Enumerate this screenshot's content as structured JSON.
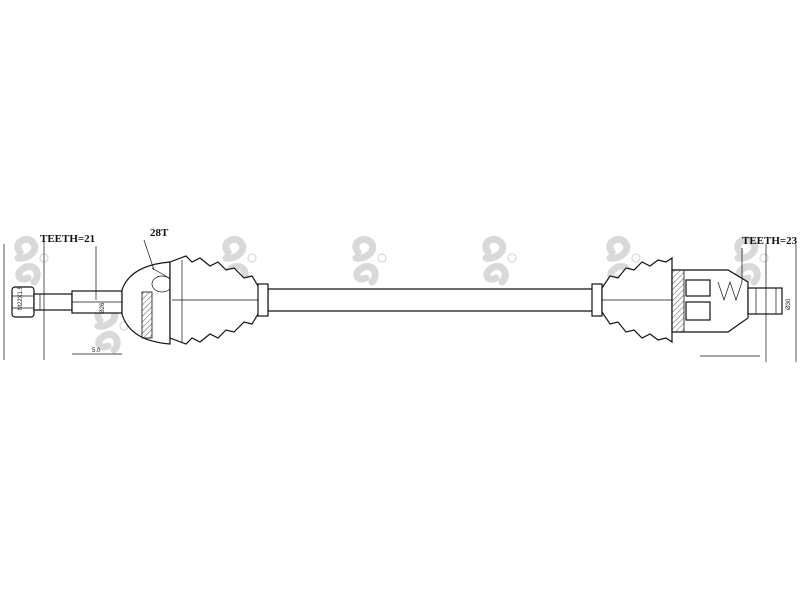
{
  "drawing": {
    "left_teeth_label": "TEETH=21",
    "right_teeth_label": "TEETH=23",
    "left_cut_label": "28T",
    "watermark_count": 7
  }
}
